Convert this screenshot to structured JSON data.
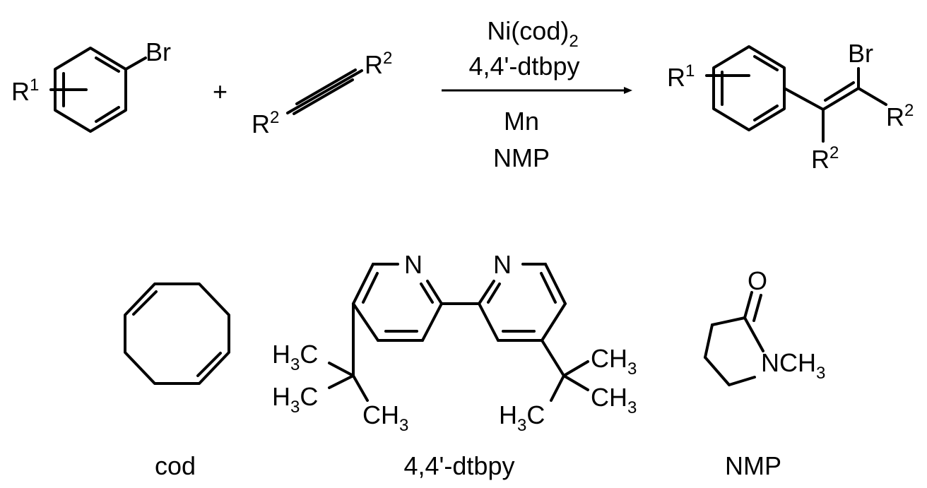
{
  "reaction": {
    "aryl_bromide": {
      "br": "Br",
      "r_group": "R",
      "r_num": "1"
    },
    "plus": "+",
    "alkyne": {
      "r_group": "R",
      "r_num": "2"
    },
    "conditions": {
      "above_line1_main": "Ni(cod)",
      "above_line1_sub": "2",
      "above_line2": "4,4'-dtbpy",
      "below_line1": "Mn",
      "below_line2": "NMP"
    },
    "product": {
      "br": "Br",
      "r1_group": "R",
      "r1_num": "1",
      "r2_group": "R",
      "r2_num": "2"
    }
  },
  "ligands": {
    "cod": {
      "caption": "cod"
    },
    "dtbpy": {
      "caption": "4,4'-dtbpy",
      "n_atom": "N",
      "h": "H",
      "c": "C",
      "ch": "CH",
      "sub": "3"
    },
    "nmp": {
      "caption": "NMP",
      "o_atom": "O",
      "nch": "NCH",
      "sub": "3"
    }
  }
}
